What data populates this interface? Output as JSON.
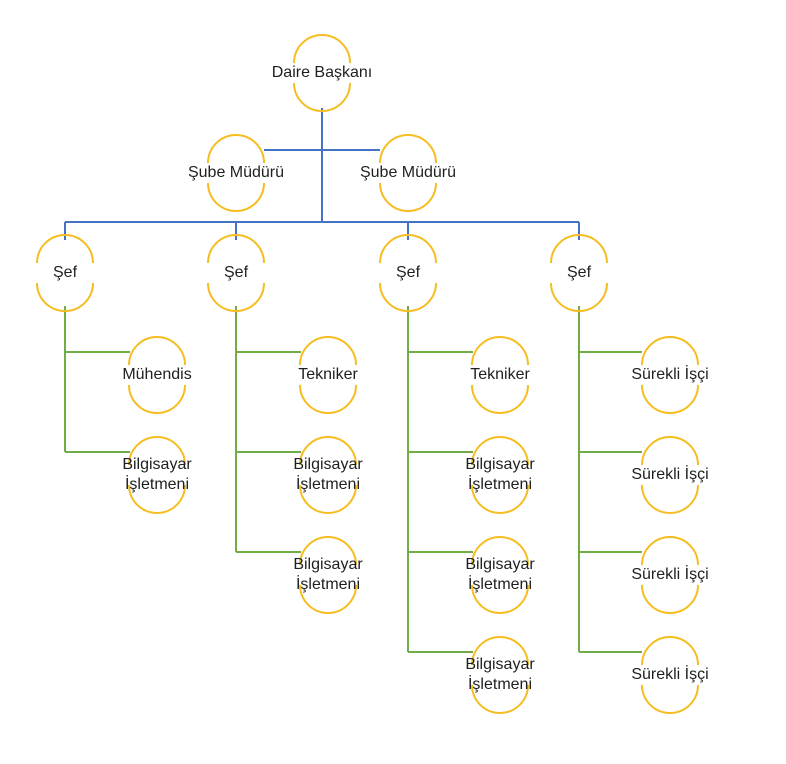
{
  "colors": {
    "node_arc": "#F5BD1F",
    "top_connector": "#4472C4",
    "sub_connector": "#70AD47",
    "text": "#1f1f1f"
  },
  "nodes": {
    "head": "Daire Başkanı",
    "branch_managers": [
      "Şube Müdürü",
      "Şube Müdürü"
    ],
    "chiefs": [
      {
        "label": "Şef",
        "staff": [
          "Mühendis",
          "Bilgisayar\nİşletmeni"
        ]
      },
      {
        "label": "Şef",
        "staff": [
          "Tekniker",
          "Bilgisayar\nİşletmeni",
          "Bilgisayar\nİşletmeni"
        ]
      },
      {
        "label": "Şef",
        "staff": [
          "Tekniker",
          "Bilgisayar\nİşletmeni",
          "Bilgisayar\nİşletmeni",
          "Bilgisayar\nİşletmeni"
        ]
      },
      {
        "label": "Şef",
        "staff": [
          "Sürekli İşçi",
          "Sürekli İşçi",
          "Sürekli İşçi",
          "Sürekli İşçi"
        ]
      }
    ]
  }
}
